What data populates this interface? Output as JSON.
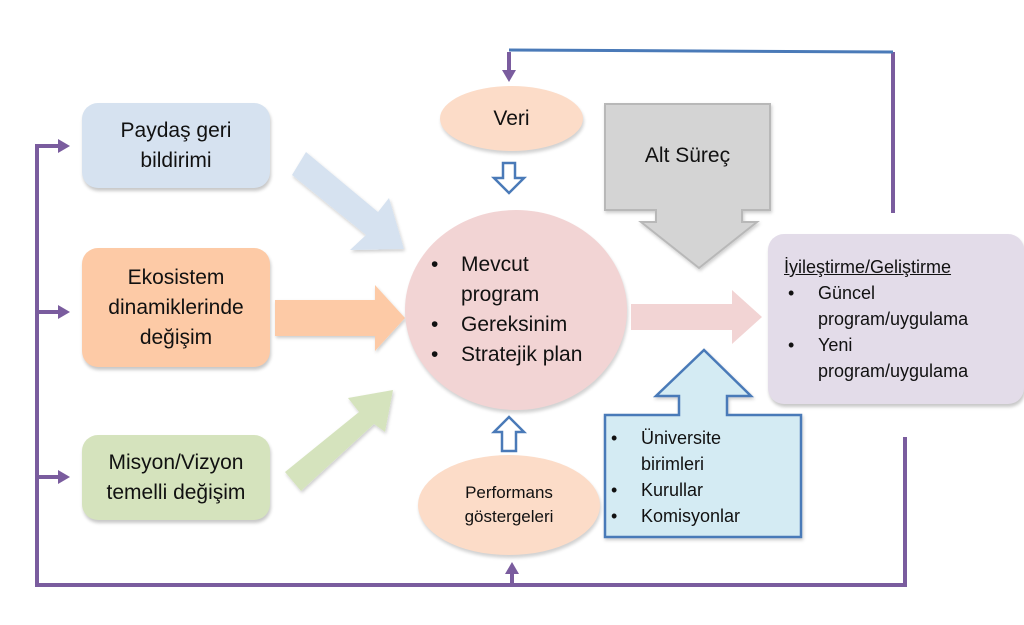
{
  "colors": {
    "feedback_line": "#7a5c9e",
    "top_line": "#4a7ab8",
    "blue_box": "#d6e2f0",
    "orange_box": "#fdcaa6",
    "green_box": "#d5e3bd",
    "circle": "#f2d4d4",
    "ellipse": "#fcdcc8",
    "gray_process": "#d4d4d4",
    "gray_border": "#b8b8b8",
    "units_box": "#d4ebf3",
    "units_border": "#4a7ab8",
    "result_box": "#e3dce9"
  },
  "inputs": [
    {
      "id": "stakeholder",
      "label": "Paydaş geri bildirimi"
    },
    {
      "id": "ecosystem",
      "label": "Ekosistem dinamiklerinde değişim"
    },
    {
      "id": "mission",
      "label": "Misyon/Vizyon temelli değişim"
    }
  ],
  "top_input": {
    "label": "Veri"
  },
  "bottom_input": {
    "label": "Performans göstergeleri"
  },
  "core": {
    "items": [
      "Mevcut program",
      "Gereksinim",
      "Stratejik plan"
    ]
  },
  "sub_process": {
    "label": "Alt Süreç"
  },
  "units": {
    "items": [
      "Üniversite birimleri",
      "Kurullar",
      "Komisyonlar"
    ]
  },
  "result": {
    "title": "İyileştirme/Geliştirme",
    "items": [
      "Güncel program/uygulama",
      "Yeni program/uygulama"
    ]
  }
}
